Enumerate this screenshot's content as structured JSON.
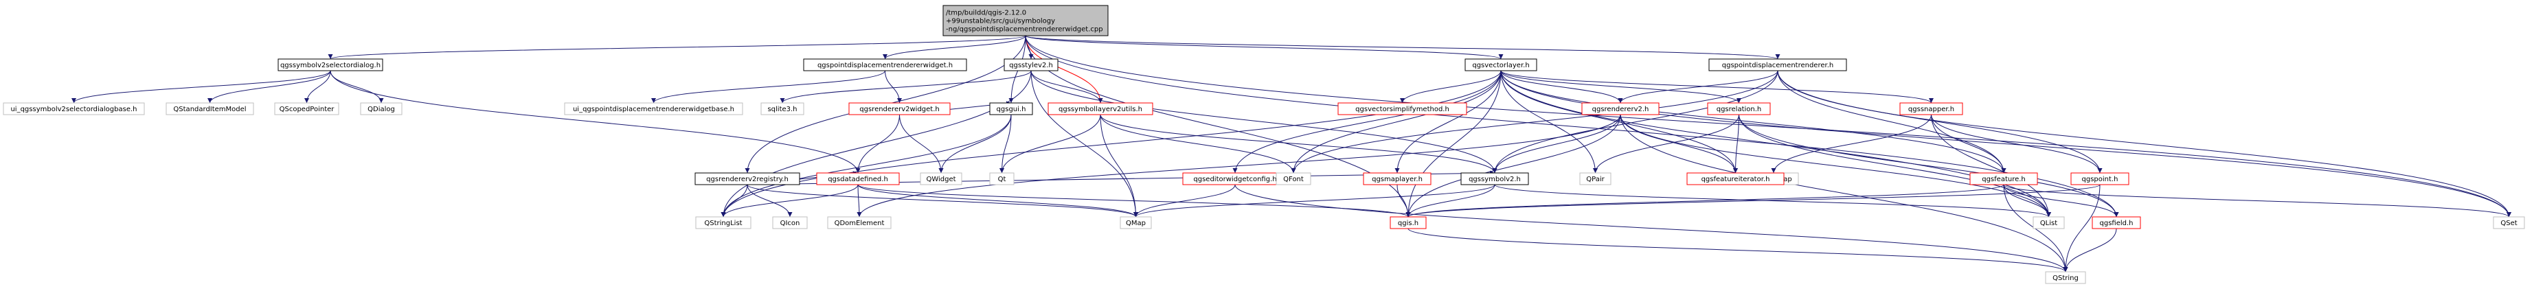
{
  "diagram": {
    "colors": {
      "background": "#ffffff",
      "root_fill": "#bfbfbf",
      "normal_fill": "#ffffff",
      "border_black": "#000000",
      "border_red": "#ff0000",
      "border_grey": "#bfbfbf",
      "text": "#000000",
      "edge_blue": "#191970",
      "edge_red": "#ff0000"
    },
    "nodes": [
      {
        "id": "root",
        "lines": [
          "/tmp/buildd/qgis-2.12.0",
          "+99unstable/src/gui/symbology",
          "-ng/qgspointdisplacementrendererwidget.cpp"
        ],
        "style": "root"
      },
      {
        "id": "selectordialog",
        "lines": [
          "qgssymbolv2selectordialog.h"
        ],
        "style": "black"
      },
      {
        "id": "pdrwidget",
        "lines": [
          "qgspointdisplacementrendererwidget.h"
        ],
        "style": "black"
      },
      {
        "id": "stylev2",
        "lines": [
          "qgsstylev2.h"
        ],
        "style": "black"
      },
      {
        "id": "vectorlayer",
        "lines": [
          "qgsvectorlayer.h"
        ],
        "style": "black"
      },
      {
        "id": "pdrenderer",
        "lines": [
          "qgspointdisplacementrenderer.h"
        ],
        "style": "black"
      },
      {
        "id": "ui_selector",
        "lines": [
          "ui_qgssymbolv2selectordialogbase.h"
        ],
        "style": "grey"
      },
      {
        "id": "qstditem",
        "lines": [
          "QStandardItemModel"
        ],
        "style": "grey"
      },
      {
        "id": "qscoped",
        "lines": [
          "QScopedPointer"
        ],
        "style": "grey"
      },
      {
        "id": "qdialog",
        "lines": [
          "QDialog"
        ],
        "style": "grey"
      },
      {
        "id": "ui_pdr",
        "lines": [
          "ui_qgspointdisplacementrendererwidgetbase.h"
        ],
        "style": "grey"
      },
      {
        "id": "sqlite",
        "lines": [
          "sqlite3.h"
        ],
        "style": "grey"
      },
      {
        "id": "rendererv2widget",
        "lines": [
          "qgsrendererv2widget.h"
        ],
        "style": "red"
      },
      {
        "id": "qgsgui",
        "lines": [
          "qgsgui.h"
        ],
        "style": "black"
      },
      {
        "id": "symbollayerutils",
        "lines": [
          "qgssymbollayerv2utils.h"
        ],
        "style": "red"
      },
      {
        "id": "vectorsimplify",
        "lines": [
          "qgsvectorsimplifymethod.h"
        ],
        "style": "red"
      },
      {
        "id": "rendererv2",
        "lines": [
          "qgsrendererv2.h"
        ],
        "style": "red"
      },
      {
        "id": "relation",
        "lines": [
          "qgsrelation.h"
        ],
        "style": "red"
      },
      {
        "id": "snapper",
        "lines": [
          "qgssnapper.h"
        ],
        "style": "red"
      },
      {
        "id": "qset",
        "lines": [
          "QSet"
        ],
        "style": "grey"
      },
      {
        "id": "registry",
        "lines": [
          "qgsrendererv2registry.h"
        ],
        "style": "black"
      },
      {
        "id": "datadefined",
        "lines": [
          "qgsdatadefined.h"
        ],
        "style": "red"
      },
      {
        "id": "qwidget",
        "lines": [
          "QWidget"
        ],
        "style": "grey"
      },
      {
        "id": "qt",
        "lines": [
          "Qt"
        ],
        "style": "grey"
      },
      {
        "id": "editorwidget",
        "lines": [
          "qgseditorwidgetconfig.h"
        ],
        "style": "red"
      },
      {
        "id": "qfont",
        "lines": [
          "QFont"
        ],
        "style": "grey"
      },
      {
        "id": "maplayer",
        "lines": [
          "qgsmaplayer.h"
        ],
        "style": "red"
      },
      {
        "id": "symbolv2",
        "lines": [
          "qgssymbolv2.h"
        ],
        "style": "black"
      },
      {
        "id": "qpair",
        "lines": [
          "QPair"
        ],
        "style": "grey"
      },
      {
        "id": "qmultimap",
        "lines": [
          "QMultiMap"
        ],
        "style": "grey"
      },
      {
        "id": "featureiterator",
        "lines": [
          "qgsfeatureiterator.h"
        ],
        "style": "red"
      },
      {
        "id": "feature",
        "lines": [
          "qgsfeature.h"
        ],
        "style": "red"
      },
      {
        "id": "point",
        "lines": [
          "qgspoint.h"
        ],
        "style": "red"
      },
      {
        "id": "qstringlist",
        "lines": [
          "QStringList"
        ],
        "style": "grey"
      },
      {
        "id": "qicon",
        "lines": [
          "QIcon"
        ],
        "style": "grey"
      },
      {
        "id": "qdomelement",
        "lines": [
          "QDomElement"
        ],
        "style": "grey"
      },
      {
        "id": "qmap",
        "lines": [
          "QMap"
        ],
        "style": "grey"
      },
      {
        "id": "qgis",
        "lines": [
          "qgis.h"
        ],
        "style": "red"
      },
      {
        "id": "qlist",
        "lines": [
          "QList"
        ],
        "style": "grey"
      },
      {
        "id": "field",
        "lines": [
          "qgsfield.h"
        ],
        "style": "red"
      },
      {
        "id": "qstring",
        "lines": [
          "QString"
        ],
        "style": "grey"
      }
    ],
    "edges": [
      [
        "root",
        "selectordialog",
        "blue"
      ],
      [
        "root",
        "pdrwidget",
        "blue"
      ],
      [
        "root",
        "stylev2",
        "blue"
      ],
      [
        "root",
        "vectorlayer",
        "blue"
      ],
      [
        "root",
        "pdrenderer",
        "blue"
      ],
      [
        "root",
        "qgsgui",
        "blue"
      ],
      [
        "root",
        "symbollayerutils",
        "red"
      ],
      [
        "root",
        "registry",
        "blue"
      ],
      [
        "root",
        "qset",
        "blue"
      ],
      [
        "root",
        "qgis",
        "blue"
      ],
      [
        "root",
        "field",
        "blue"
      ],
      [
        "selectordialog",
        "ui_selector",
        "blue"
      ],
      [
        "selectordialog",
        "qstditem",
        "blue"
      ],
      [
        "selectordialog",
        "qscoped",
        "blue"
      ],
      [
        "selectordialog",
        "qdialog",
        "blue"
      ],
      [
        "selectordialog",
        "datadefined",
        "blue"
      ],
      [
        "pdrwidget",
        "ui_pdr",
        "blue"
      ],
      [
        "pdrwidget",
        "rendererv2widget",
        "blue"
      ],
      [
        "stylev2",
        "sqlite",
        "blue"
      ],
      [
        "stylev2",
        "symbollayerutils",
        "blue"
      ],
      [
        "stylev2",
        "qmap",
        "blue"
      ],
      [
        "stylev2",
        "qstringlist",
        "blue"
      ],
      [
        "stylev2",
        "symbolv2",
        "blue"
      ],
      [
        "vectorlayer",
        "vectorsimplify",
        "blue"
      ],
      [
        "vectorlayer",
        "rendererv2",
        "blue"
      ],
      [
        "vectorlayer",
        "relation",
        "blue"
      ],
      [
        "vectorlayer",
        "snapper",
        "blue"
      ],
      [
        "vectorlayer",
        "editorwidget",
        "blue"
      ],
      [
        "vectorlayer",
        "maplayer",
        "blue"
      ],
      [
        "vectorlayer",
        "qfont",
        "blue"
      ],
      [
        "vectorlayer",
        "qpair",
        "blue"
      ],
      [
        "vectorlayer",
        "qlist",
        "blue"
      ],
      [
        "vectorlayer",
        "qset",
        "blue"
      ],
      [
        "vectorlayer",
        "qgis",
        "blue"
      ],
      [
        "vectorlayer",
        "feature",
        "blue"
      ],
      [
        "vectorlayer",
        "featureiterator",
        "blue"
      ],
      [
        "vectorlayer",
        "qstringlist",
        "blue"
      ],
      [
        "pdrenderer",
        "rendererv2",
        "blue"
      ],
      [
        "pdrenderer",
        "feature",
        "blue"
      ],
      [
        "pdrenderer",
        "point",
        "blue"
      ],
      [
        "pdrenderer",
        "qset",
        "blue"
      ],
      [
        "pdrenderer",
        "qfont",
        "blue"
      ],
      [
        "pdrenderer",
        "symbolv2",
        "blue"
      ],
      [
        "rendererv2widget",
        "qwidget",
        "blue"
      ],
      [
        "rendererv2widget",
        "qgsgui",
        "blue"
      ],
      [
        "rendererv2widget",
        "datadefined",
        "blue"
      ],
      [
        "qgsgui",
        "qwidget",
        "blue"
      ],
      [
        "qgsgui",
        "qt",
        "blue"
      ],
      [
        "qgsgui",
        "qstringlist",
        "blue"
      ],
      [
        "symbollayerutils",
        "qt",
        "blue"
      ],
      [
        "symbollayerutils",
        "qmap",
        "blue"
      ],
      [
        "symbollayerutils",
        "symbolv2",
        "blue"
      ],
      [
        "symbollayerutils",
        "qfont",
        "blue"
      ],
      [
        "rendererv2",
        "symbolv2",
        "blue"
      ],
      [
        "rendererv2",
        "qgis",
        "blue"
      ],
      [
        "rendererv2",
        "qdomelement",
        "blue"
      ],
      [
        "rendererv2",
        "qlist",
        "blue"
      ],
      [
        "rendererv2",
        "qstring",
        "blue"
      ],
      [
        "rendererv2",
        "featureiterator",
        "blue"
      ],
      [
        "relation",
        "featureiterator",
        "blue"
      ],
      [
        "relation",
        "qlist",
        "blue"
      ],
      [
        "relation",
        "field",
        "blue"
      ],
      [
        "relation",
        "qpair",
        "blue"
      ],
      [
        "snapper",
        "point",
        "blue"
      ],
      [
        "snapper",
        "feature",
        "blue"
      ],
      [
        "snapper",
        "qlist",
        "blue"
      ],
      [
        "snapper",
        "qmultimap",
        "blue"
      ],
      [
        "registry",
        "datadefined",
        "blue"
      ],
      [
        "registry",
        "qstringlist",
        "blue"
      ],
      [
        "registry",
        "qicon",
        "blue"
      ],
      [
        "registry",
        "qmap",
        "blue"
      ],
      [
        "registry",
        "symbolv2",
        "blue"
      ],
      [
        "datadefined",
        "qgis",
        "blue"
      ],
      [
        "datadefined",
        "qdomelement",
        "blue"
      ],
      [
        "datadefined",
        "qstringlist",
        "blue"
      ],
      [
        "datadefined",
        "qmap",
        "blue"
      ],
      [
        "editorwidget",
        "qmap",
        "blue"
      ],
      [
        "editorwidget",
        "qstring",
        "blue"
      ],
      [
        "maplayer",
        "qgis",
        "blue"
      ],
      [
        "symbolv2",
        "qgis",
        "blue"
      ],
      [
        "symbolv2",
        "qlist",
        "blue"
      ],
      [
        "symbolv2",
        "qmap",
        "blue"
      ],
      [
        "feature",
        "qgis",
        "blue"
      ],
      [
        "feature",
        "field",
        "blue"
      ],
      [
        "feature",
        "qlist",
        "blue"
      ],
      [
        "feature",
        "qset",
        "blue"
      ],
      [
        "feature",
        "qstring",
        "blue"
      ],
      [
        "point",
        "qgis",
        "blue"
      ],
      [
        "point",
        "qstring",
        "blue"
      ],
      [
        "qgis",
        "qstring",
        "blue"
      ],
      [
        "field",
        "qstring",
        "blue"
      ]
    ]
  }
}
